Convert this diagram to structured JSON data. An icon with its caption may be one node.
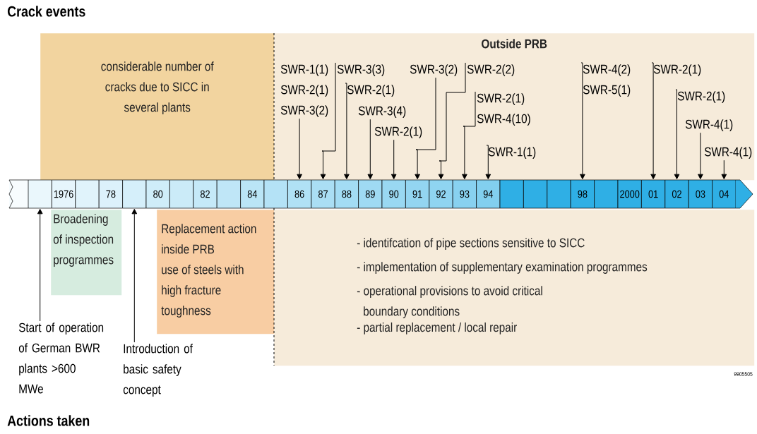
{
  "diagram": {
    "nodes": [
      {
        "text": [
          "considerable number of cracks due to SICC in several plants"
        ]
      },
      {
        "text": [
          "Outside PRB"
        ]
      },
      {
        "text": [
          "SWR-1(1)",
          "SWR-2(1)",
          "SWR-3(2)"
        ],
        "in": 1
      },
      {
        "text": [
          "SWR-3(3)"
        ],
        "in": 1
      },
      {
        "text": [
          "SWR-2(1)"
        ],
        "in": 1
      },
      {
        "text": [
          "SWR-3(4)"
        ],
        "in": 1
      },
      {
        "text": [
          "SWR-2(1)"
        ],
        "in": 1
      },
      {
        "text": [
          "SWR-3(2)"
        ],
        "in": 1
      },
      {
        "text": [
          "SWR-2(2)"
        ],
        "in": 1
      },
      {
        "text": [
          "SWR-2(1)",
          "SWR-4(10)"
        ],
        "in": 1
      },
      {
        "text": [
          "SWR-1(1)"
        ],
        "in": 1
      },
      {
        "text": [
          "SWR-4(2)",
          "SWR-5(1)"
        ],
        "in": 1
      },
      {
        "text": [
          "SWR-2(1)"
        ],
        "in": 1
      },
      {
        "text": [
          "SWR-2(1)"
        ],
        "in": 1
      },
      {
        "text": [
          "SWR-4(1)"
        ],
        "in": 1
      },
      {
        "text": [
          "SWR-4(1)"
        ],
        "in": 1
      },
      {
        "text": [],
        "shape": "box"
      },
      {
        "text": [],
        "shape": "box"
      },
      {
        "text": [
          "1976"
        ]
      },
      {
        "text": [],
        "shape": "box"
      },
      {
        "text": [
          "78"
        ]
      },
      {
        "text": [],
        "shape": "box"
      },
      {
        "text": [
          "80"
        ]
      },
      {
        "text": [],
        "shape": "box"
      },
      {
        "text": [
          "82"
        ]
      },
      {
        "text": [],
        "shape": "box"
      },
      {
        "text": [
          "84"
        ]
      },
      {
        "text": [],
        "shape": "box"
      },
      {
        "text": [
          "86"
        ]
      },
      {
        "text": [
          "87"
        ]
      },
      {
        "text": [
          "88"
        ]
      },
      {
        "text": [
          "89"
        ]
      },
      {
        "text": [
          "90"
        ]
      },
      {
        "text": [
          "91"
        ]
      },
      {
        "text": [
          "92"
        ]
      },
      {
        "text": [
          "93"
        ]
      },
      {
        "text": [
          "94"
        ]
      },
      {
        "text": [],
        "shape": "box"
      },
      {
        "text": [],
        "shape": "box"
      },
      {
        "text": [],
        "shape": "box"
      },
      {
        "text": [
          "98"
        ]
      },
      {
        "text": [],
        "shape": "box"
      },
      {
        "text": [
          "2000"
        ]
      },
      {
        "text": [
          "01"
        ]
      },
      {
        "text": [
          "02"
        ]
      },
      {
        "text": [
          "03"
        ]
      },
      {
        "text": [
          "04"
        ]
      },
      {
        "text": [
          "Broadening of inspection programmes"
        ]
      },
      {
        "text": [
          "Replacement action inside PRB",
          "use of steels with high fracture toughness"
        ]
      },
      {
        "text": [
          "- identifcation of pipe sections sensitive to SICC",
          "- implementation of supplementary examination programmes",
          "- operational provisions to avoid critical boundary conditions",
          "- partial replacement / local repair"
        ]
      },
      {
        "text": [
          "Start of operation of German BWR plants >600 MWe"
        ]
      },
      {
        "text": [
          "Introduction of basic safety concept"
        ]
      }
    ],
    "edges": [
      {
        "from": 2,
        "to": 28,
        "arrow": "to"
      },
      {
        "from": 3,
        "to": 29,
        "arrow": "to"
      },
      {
        "from": 4,
        "to": 30,
        "arrow": "to"
      },
      {
        "from": 5,
        "to": 31,
        "arrow": "to"
      },
      {
        "from": 6,
        "to": 32,
        "arrow": "to"
      },
      {
        "from": 7,
        "to": 33,
        "arrow": "to"
      },
      {
        "from": 8,
        "to": 34,
        "arrow": "to"
      },
      {
        "from": 9,
        "to": 35,
        "arrow": "to"
      },
      {
        "from": 10,
        "to": 36,
        "arrow": "to"
      },
      {
        "from": 11,
        "to": 40,
        "arrow": "to"
      },
      {
        "from": 12,
        "to": 43,
        "arrow": "to"
      },
      {
        "from": 13,
        "to": 44,
        "arrow": "to"
      },
      {
        "from": 14,
        "to": 45,
        "arrow": "to"
      },
      {
        "from": 15,
        "to": 46,
        "arrow": "to"
      },
      {
        "from": 50,
        "to": 17,
        "arrow": "to"
      },
      {
        "from": 51,
        "to": 21,
        "arrow": "to"
      }
    ],
    "labels": [
      "Crack events",
      "9905505",
      "Actions taken"
    ]
  }
}
